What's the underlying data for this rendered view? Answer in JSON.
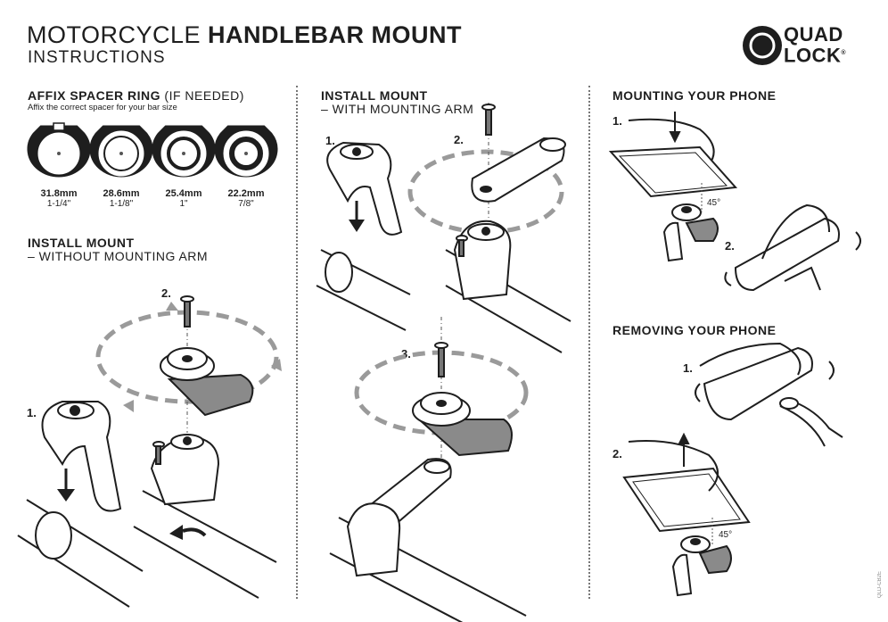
{
  "header": {
    "title_light": "MOTORCYCLE ",
    "title_bold": "HANDLEBAR MOUNT",
    "subtitle": "INSTRUCTIONS",
    "logo_line1": "QUAD",
    "logo_line2": "LOCK",
    "logo_mark": "®"
  },
  "spacer": {
    "heading_bold": "AFFIX SPACER RING",
    "heading_thin": " (IF NEEDED)",
    "note": "Affix the correct spacer for your bar size",
    "rings": [
      {
        "mm": "31.8mm",
        "in": "1-1/4\""
      },
      {
        "mm": "28.6mm",
        "in": "1-1/8\""
      },
      {
        "mm": "25.4mm",
        "in": "1\""
      },
      {
        "mm": "22.2mm",
        "in": "7/8\""
      }
    ]
  },
  "without_arm": {
    "heading": "INSTALL MOUNT",
    "sub": "– WITHOUT MOUNTING ARM",
    "step1": "1.",
    "step2": "2."
  },
  "with_arm": {
    "heading": "INSTALL MOUNT",
    "sub": "– WITH MOUNTING ARM",
    "step1": "1.",
    "step2": "2.",
    "step3": "3."
  },
  "mounting_phone": {
    "heading": "MOUNTING YOUR PHONE",
    "step1": "1.",
    "step2": "2.",
    "angle": "45°"
  },
  "removing_phone": {
    "heading": "REMOVING YOUR PHONE",
    "step1": "1.",
    "step2": "2.",
    "angle": "45°"
  },
  "footer": {
    "code": "QLD-CB2E"
  },
  "colors": {
    "ink": "#1e1e1e",
    "arm_grey": "#8a8a8a",
    "dash_grey": "#9a9a9a",
    "divider": "#777777"
  }
}
